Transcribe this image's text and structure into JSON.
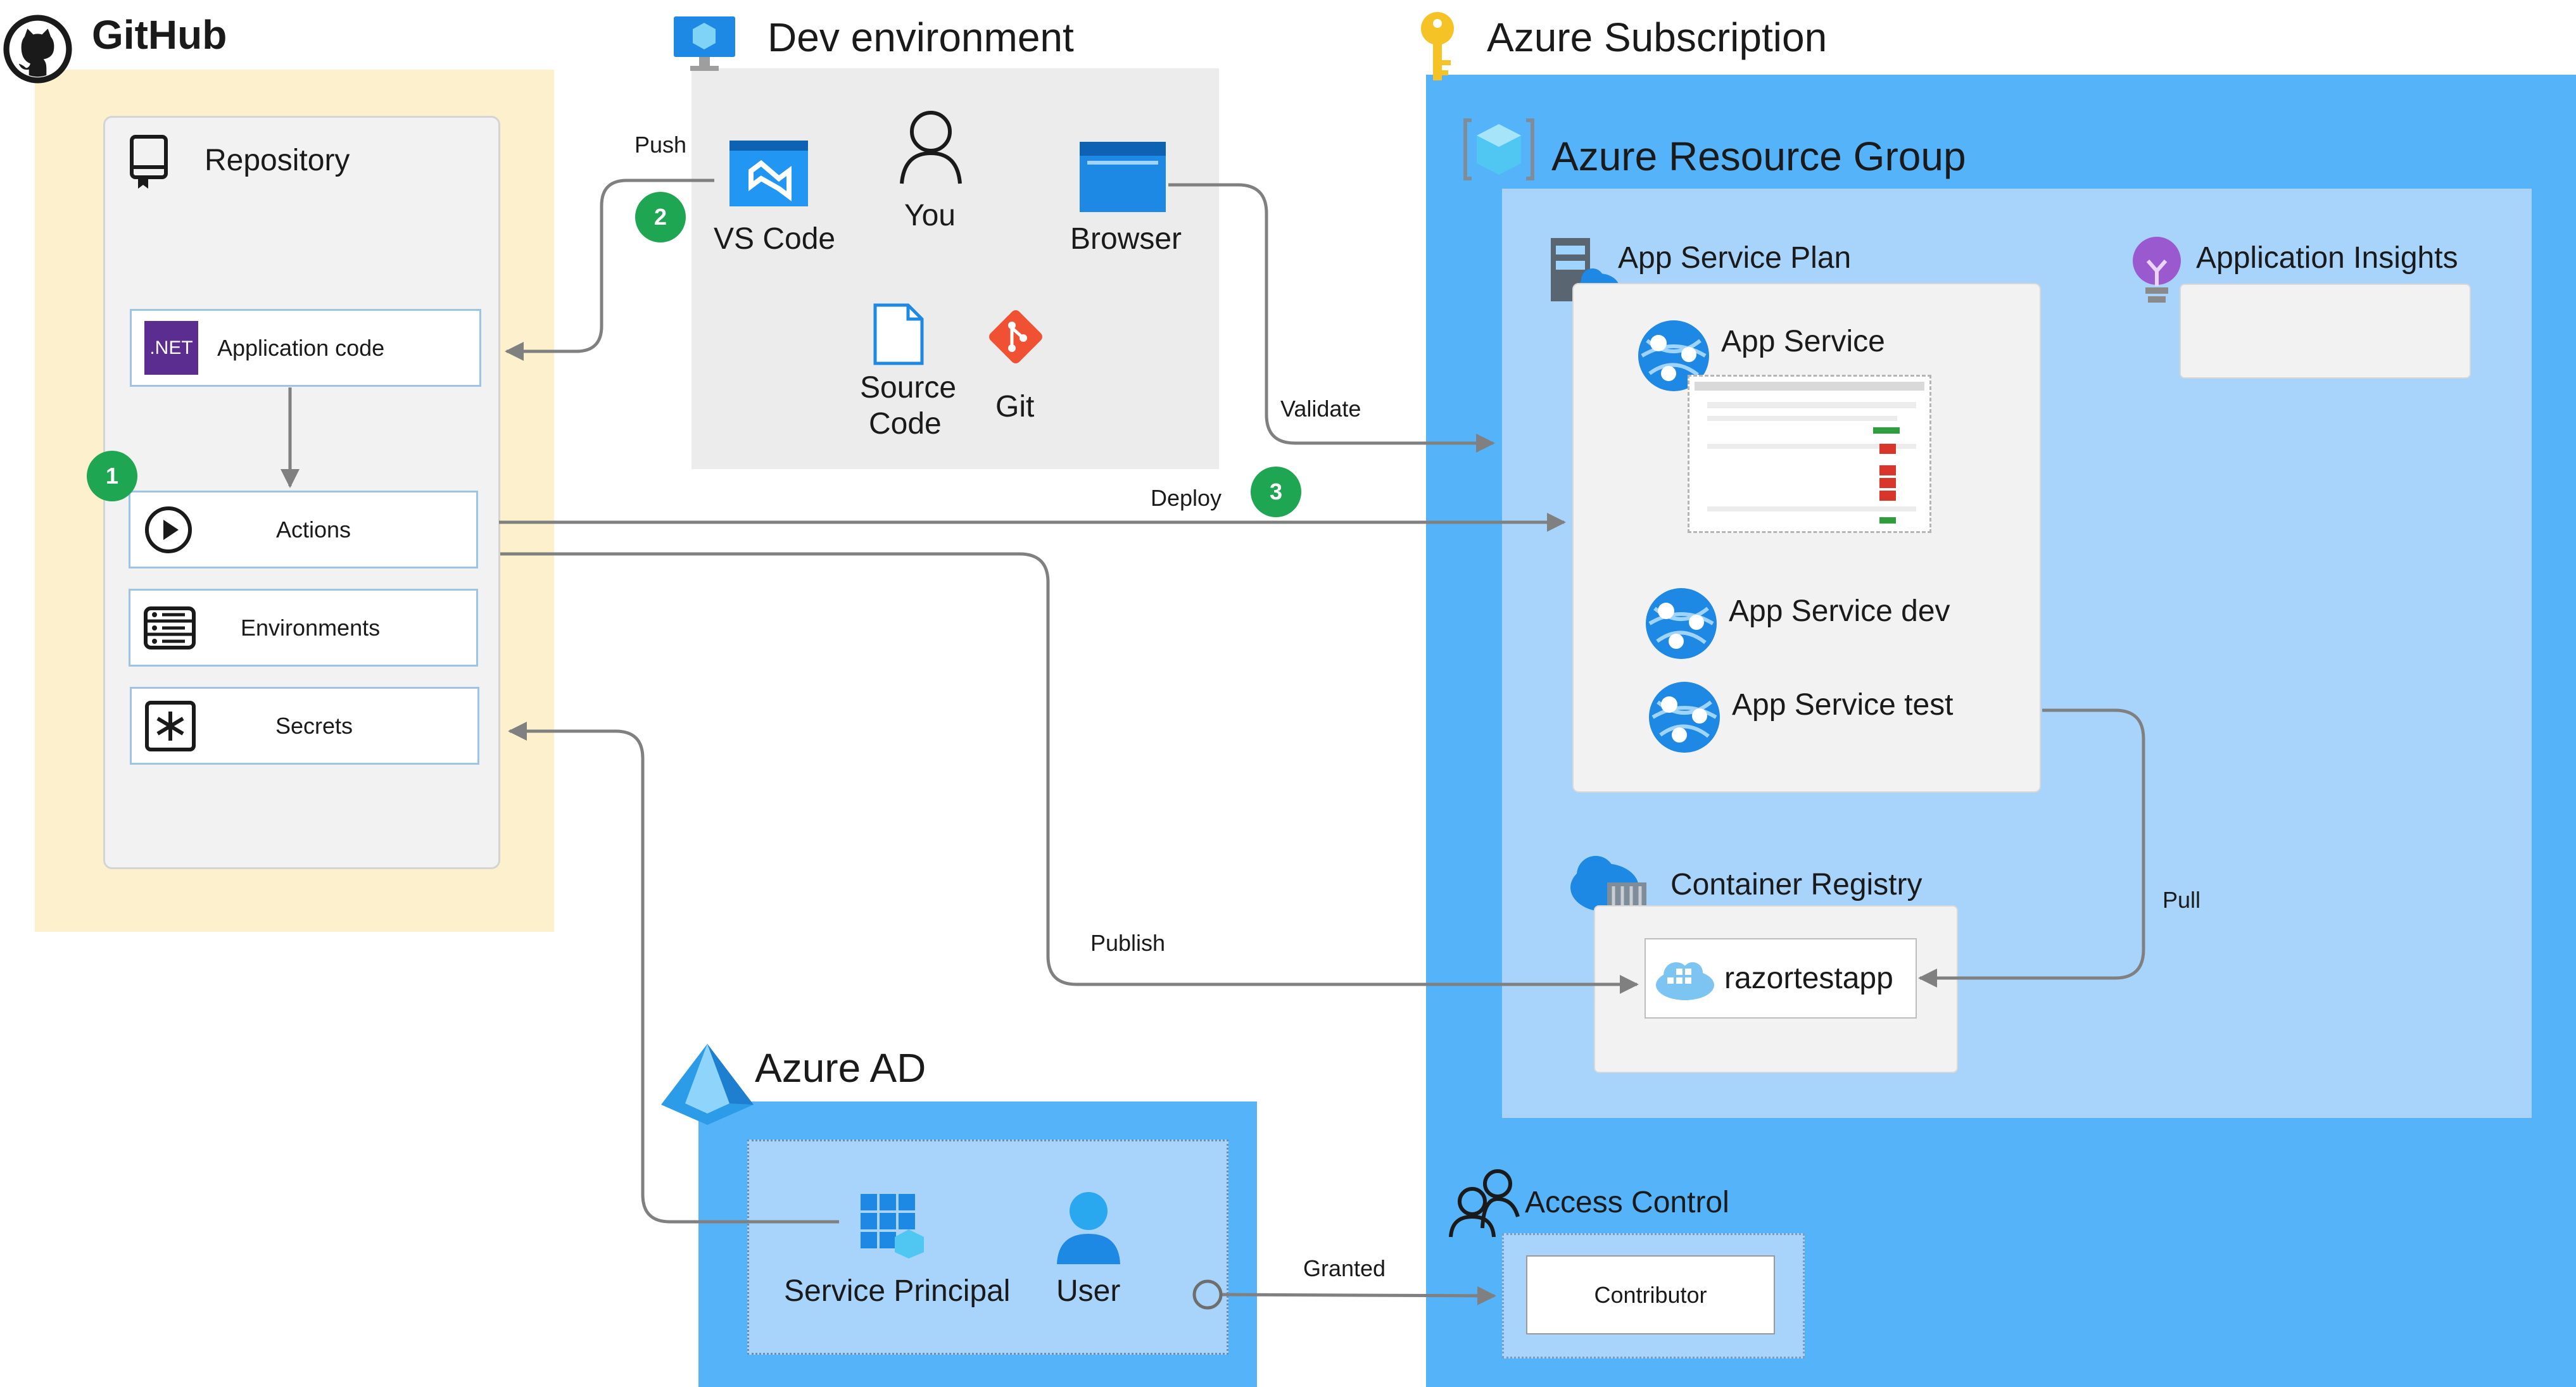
{
  "github": {
    "title": "GitHub",
    "repository": "Repository",
    "dotnet_badge": ".NET",
    "items": {
      "app_code": "Application code",
      "actions": "Actions",
      "environments": "Environments",
      "secrets": "Secrets"
    }
  },
  "dev": {
    "title": "Dev environment",
    "vscode": "VS Code",
    "you": "You",
    "browser": "Browser",
    "source_code_1": "Source",
    "source_code_2": "Code",
    "git": "Git"
  },
  "azure": {
    "subscription": "Azure Subscription",
    "resource_group": "Azure Resource Group",
    "app_service_plan": "App Service Plan",
    "application_insights": "Application Insights",
    "app_service": "App Service",
    "app_service_dev": "App Service dev",
    "app_service_test": "App Service test",
    "container_registry": "Container Registry",
    "razortestapp": "razortestapp",
    "access_control": "Access Control",
    "contributor": "Contributor"
  },
  "aad": {
    "title": "Azure AD",
    "service_principal": "Service Principal",
    "user": "User"
  },
  "flows": {
    "push": "Push",
    "validate": "Validate",
    "deploy": "Deploy",
    "publish": "Publish",
    "pull": "Pull",
    "granted": "Granted",
    "step1": "1",
    "step2": "2",
    "step3": "3"
  },
  "colors": {
    "github_bg": "#fdf0cc",
    "repo_bg": "#f2f2f2",
    "dev_bg": "#ececec",
    "subscription_bg": "#55b3f9",
    "resource_group_bg": "#a8d4fb",
    "aad_bg": "#55b3f9",
    "badge_green": "#1fa652",
    "arrow": "#808080"
  }
}
